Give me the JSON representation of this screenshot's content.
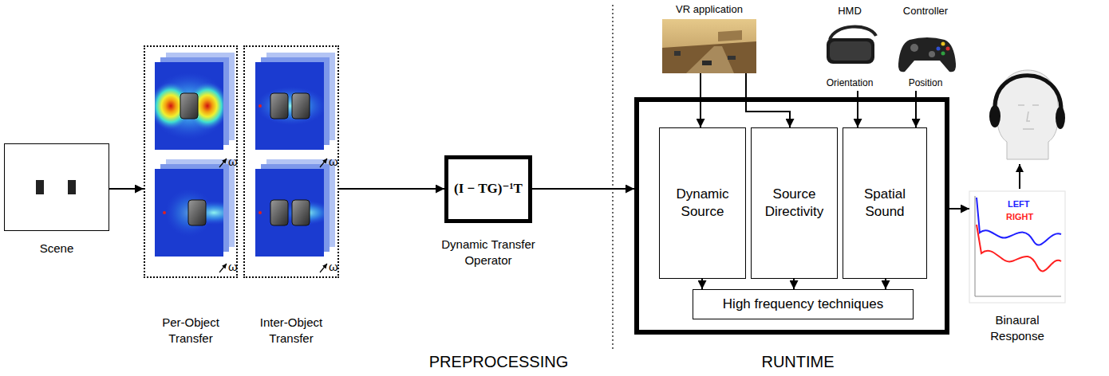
{
  "diagram": {
    "nodes": [
      {
        "text": [
          "Scene"
        ]
      },
      {
        "text": [
          "Per-Object Transfer"
        ]
      },
      {
        "text": [
          "Inter-Object Transfer"
        ]
      },
      {
        "text": [
          "(I − TG)⁻¹T",
          "Dynamic Transfer Operator"
        ]
      },
      {
        "text": [
          "VR application"
        ]
      },
      {
        "text": [
          "HMD",
          "Orientation"
        ]
      },
      {
        "text": [
          "Controller",
          "Position"
        ]
      },
      {
        "text": []
      },
      {
        "text": [
          "Dynamic Source"
        ],
        "in": 7
      },
      {
        "text": [
          "Source Directivity"
        ],
        "in": 7
      },
      {
        "text": [
          "Spatial Sound"
        ],
        "in": 7
      },
      {
        "text": [
          "High frequency techniques"
        ],
        "in": 7
      },
      {
        "text": [
          "LEFT",
          "RIGHT",
          "Binaural Response"
        ]
      }
    ],
    "edges": [
      {
        "from": 0,
        "to": 1,
        "arrow": "to"
      },
      {
        "from": 2,
        "to": 3,
        "arrow": "to"
      },
      {
        "from": 3,
        "to": 7,
        "arrow": "to"
      },
      {
        "from": 4,
        "to": 8,
        "arrow": "to"
      },
      {
        "from": 4,
        "to": 9,
        "arrow": "to"
      },
      {
        "from": 5,
        "to": 10,
        "arrow": "to"
      },
      {
        "from": 6,
        "to": 10,
        "arrow": "to"
      },
      {
        "from": 8,
        "to": 11,
        "arrow": "to"
      },
      {
        "from": 9,
        "to": 11,
        "arrow": "to"
      },
      {
        "from": 10,
        "to": 11,
        "arrow": "to"
      },
      {
        "from": 7,
        "to": 12,
        "arrow": "to"
      }
    ],
    "labels": [
      "ω",
      "ω",
      "ω",
      "ω",
      "PREPROCESSING",
      "RUNTIME"
    ]
  }
}
